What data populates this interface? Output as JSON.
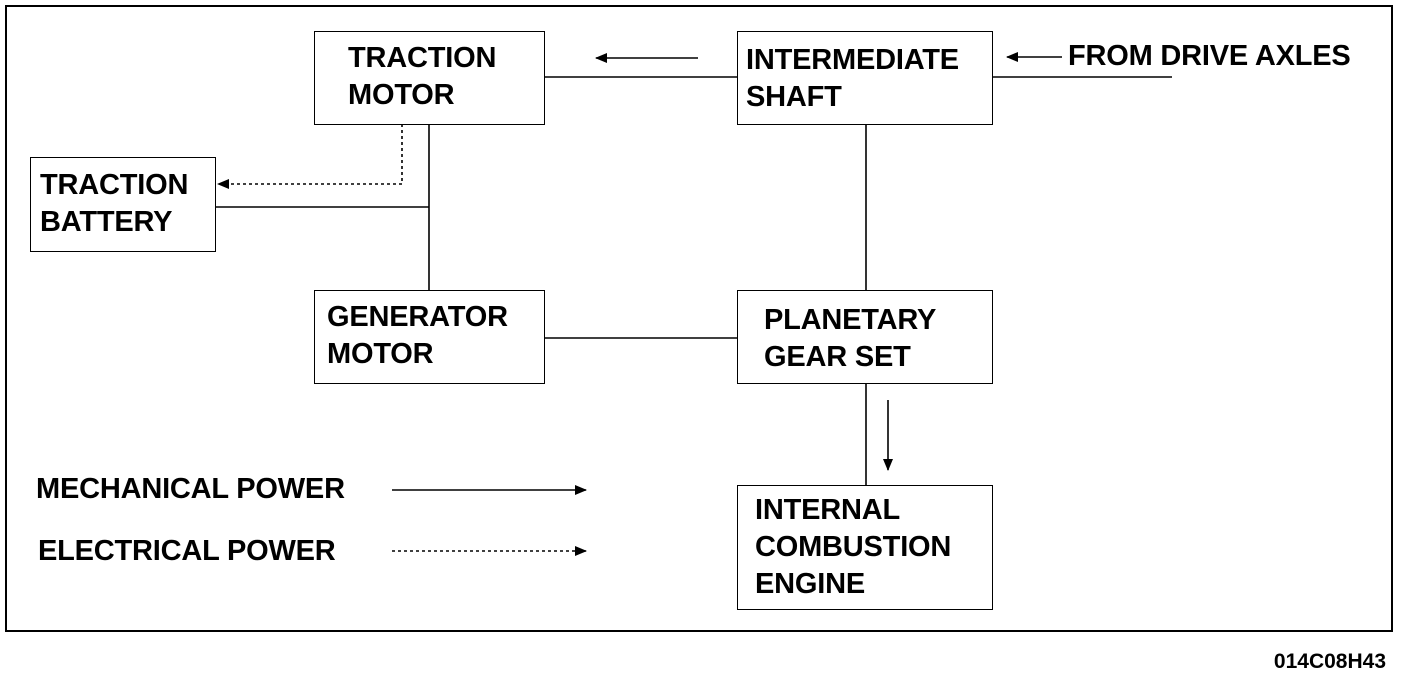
{
  "diagram": {
    "nodes": {
      "traction_motor": "TRACTION\nMOTOR",
      "intermediate_shaft": "INTERMEDIATE\nSHAFT",
      "traction_battery": "TRACTION\nBATTERY",
      "generator_motor": "GENERATOR\nMOTOR",
      "planetary_gear_set": "PLANETARY\nGEAR SET",
      "internal_combustion_engine": "INTERNAL\nCOMBUSTION\nENGINE"
    },
    "input_label": "FROM DRIVE AXLES",
    "legend": {
      "mechanical": "MECHANICAL POWER",
      "electrical": "ELECTRICAL POWER"
    },
    "figure_ref": "014C08H43"
  }
}
